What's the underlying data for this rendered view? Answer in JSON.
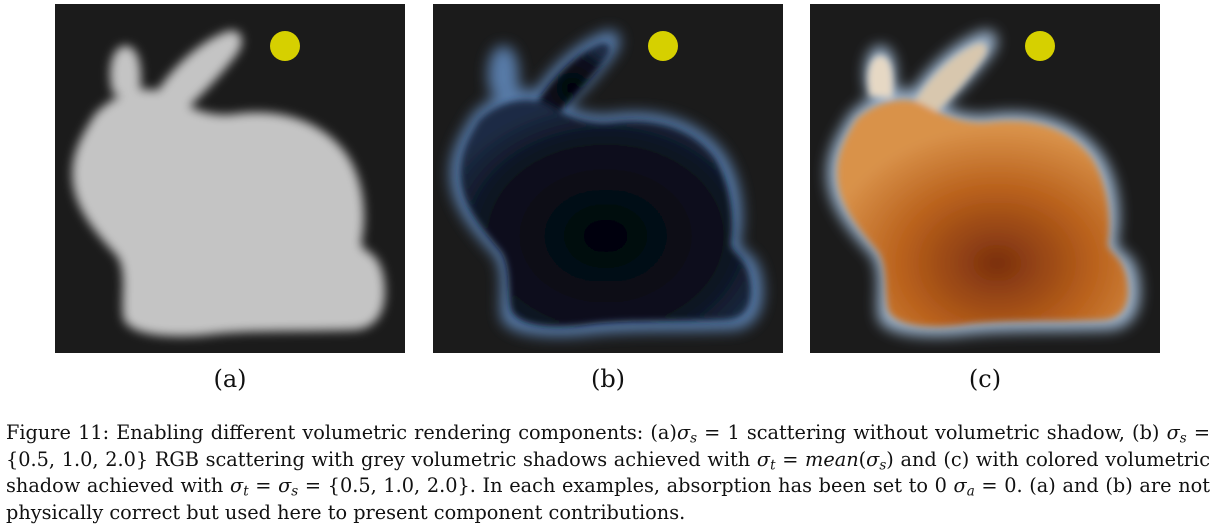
{
  "figure": {
    "panels": [
      {
        "label": "(a)",
        "description": "white scattering",
        "light_color": "#d9d200"
      },
      {
        "label": "(b)",
        "description": "rgb scattering grey shadow",
        "light_color": "#d9d200"
      },
      {
        "label": "(c)",
        "description": "rgb scattering colored shadow",
        "light_color": "#d9d200"
      }
    ],
    "caption": {
      "prefix": "Figure 11: Enabling different volumetric rendering components: (a)",
      "seg1": " = 1 scattering without volumetric shadow, (b)",
      "seg2": " = {0.5, 1.0, 2.0} RGB scattering with grey volumetric shadows achieved with ",
      "seg3": " = ",
      "mean": "mean",
      "seg4": ") and (c) with colored volumetric shadow achieved with ",
      "seg5": " = ",
      "seg6": " = {0.5, 1.0, 2.0}. In each examples, absorption has been set to 0 ",
      "seg7": " = 0. (a) and (b) are not physically correct but used here to present component contributions.",
      "sigma": "σ",
      "sub_s": "s",
      "sub_t": "t",
      "sub_a": "a"
    }
  }
}
